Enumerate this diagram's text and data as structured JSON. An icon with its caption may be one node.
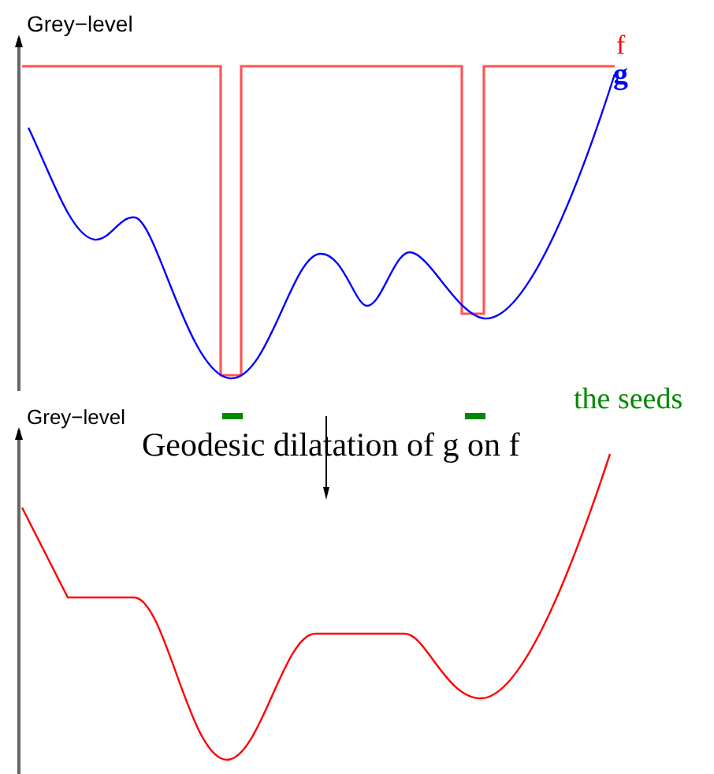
{
  "diagram": {
    "labels": [
      "Grey−level",
      "f",
      "g",
      "Grey−level",
      "the seeds",
      "Geodesic dilatation of g on f"
    ]
  }
}
